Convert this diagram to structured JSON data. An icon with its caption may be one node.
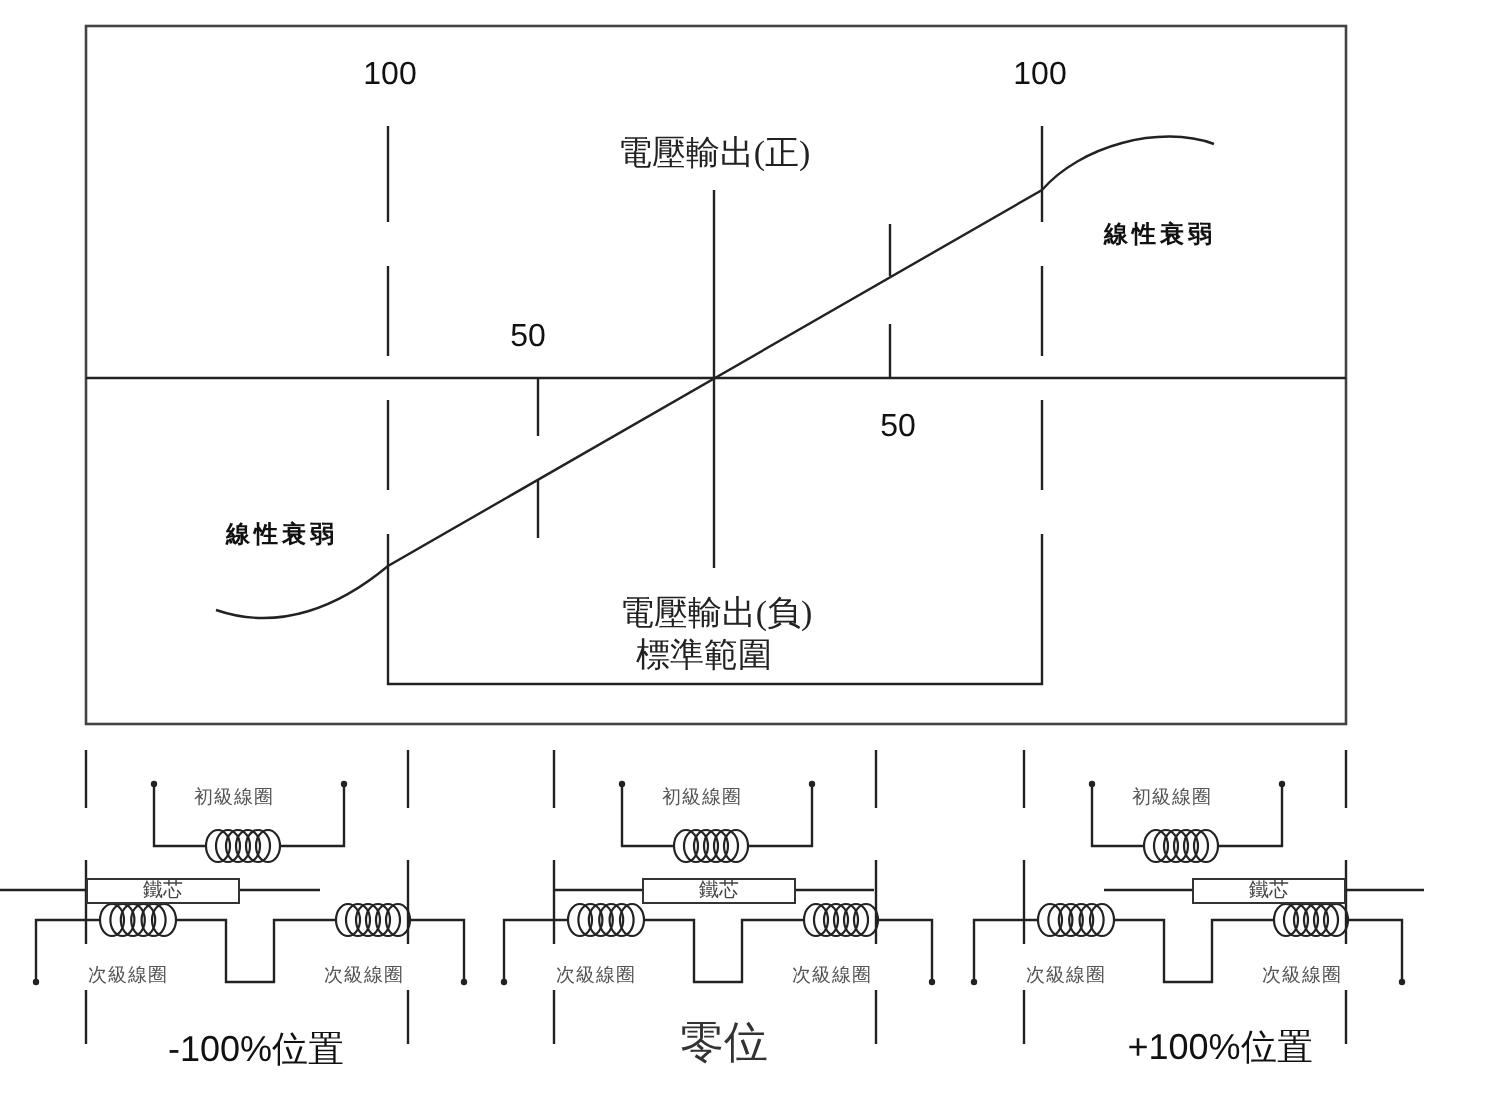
{
  "diagram": {
    "nodes": [
      {
        "text": [
          "鐵芯"
        ]
      },
      {
        "text": [
          "鐵芯"
        ]
      },
      {
        "text": [
          "鐵芯"
        ]
      }
    ],
    "labels": [
      "100",
      "100",
      "電壓輸出(正)",
      "線性衰弱",
      "50",
      "50",
      "線性衰弱",
      "電壓輸出(負)",
      "標準範圍",
      "初級線圈",
      "初級線圈",
      "初級線圈",
      "次級線圈",
      "次級線圈",
      "次級線圈",
      "次級線圈",
      "次級線圈",
      "次級線圈",
      "-100%位置",
      "零位",
      "+100%位置"
    ]
  }
}
